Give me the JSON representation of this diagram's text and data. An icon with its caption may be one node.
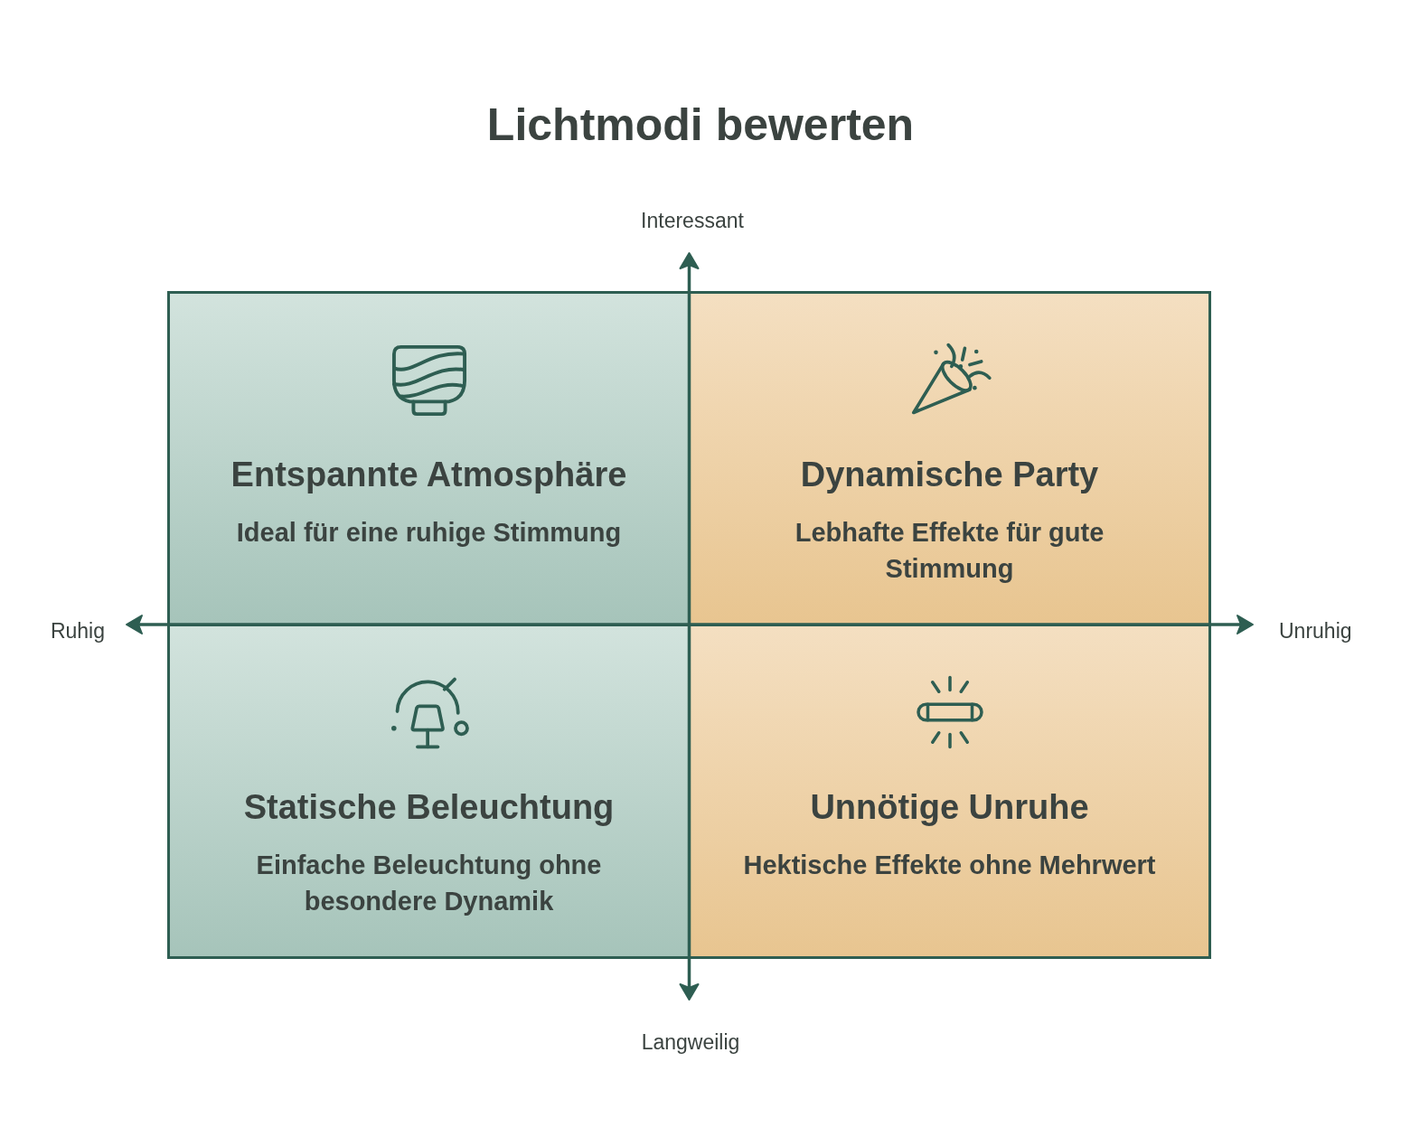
{
  "diagram": {
    "title": "Lichtmodi bewerten",
    "nodes": [
      {
        "text": [
          "Entspannte Atmosphäre",
          "Ideal für eine ruhige Stimmung"
        ]
      },
      {
        "text": [
          "Dynamische Party",
          "Lebhafte Effekte für gute Stimmung"
        ]
      },
      {
        "text": [
          "Statische Beleuchtung",
          "Einfache Beleuchtung ohne besondere Dynamik"
        ]
      },
      {
        "text": [
          "Unnötige Unruhe",
          "Hektische Effekte ohne Mehrwert"
        ]
      }
    ],
    "edges": [],
    "labels": [
      "Interessant",
      "Ruhig",
      "Unruhig",
      "Langweilig"
    ]
  }
}
